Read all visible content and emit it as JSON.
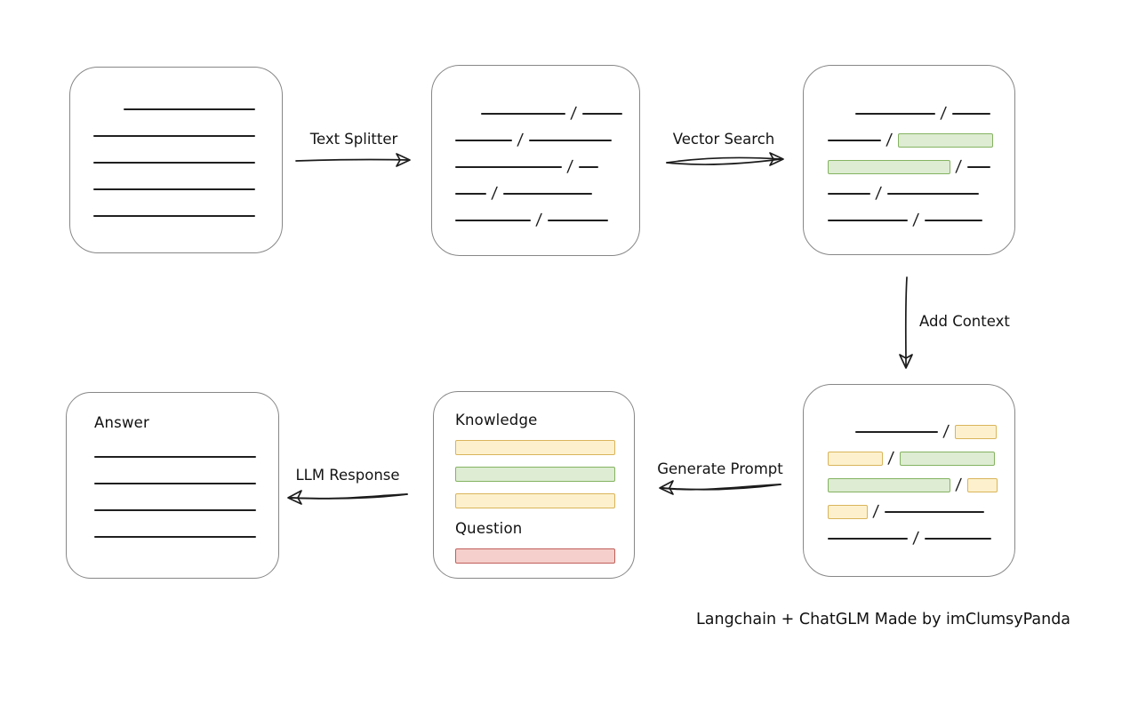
{
  "caption": "Langchain + ChatGLM Made by imClumsyPanda",
  "colors": {
    "green_fill": "#ddecd2",
    "green_border": "#85b361",
    "yellow_fill": "#fdf1cd",
    "yellow_border": "#d9b45b",
    "red_fill": "#f5cfcb",
    "red_border": "#c05f5a",
    "line": "#1f1f1f",
    "box_border": "#878787"
  },
  "arrows": {
    "text_splitter": {
      "label": "Text Splitter"
    },
    "vector_search": {
      "label": "Vector Search"
    },
    "add_context": {
      "label": "Add Context"
    },
    "generate_prompt": {
      "label": "Generate Prompt"
    },
    "llm_response": {
      "label": "LLM Response"
    }
  },
  "boxes": {
    "document": {
      "rows": [
        {
          "indent": 34,
          "segs": [
            {
              "t": "line",
              "w": 148
            }
          ]
        },
        {
          "indent": 0,
          "segs": [
            {
              "t": "line",
              "w": 182
            }
          ]
        },
        {
          "indent": 0,
          "segs": [
            {
              "t": "line",
              "w": 182
            }
          ]
        },
        {
          "indent": 0,
          "segs": [
            {
              "t": "line",
              "w": 182
            }
          ]
        },
        {
          "indent": 0,
          "segs": [
            {
              "t": "line",
              "w": 182
            }
          ]
        }
      ]
    },
    "split_text": {
      "rows": [
        {
          "indent": 29,
          "segs": [
            {
              "t": "line",
              "w": 95
            },
            {
              "t": "slash"
            },
            {
              "t": "line",
              "w": 45
            }
          ]
        },
        {
          "indent": 0,
          "segs": [
            {
              "t": "line",
              "w": 64
            },
            {
              "t": "slash"
            },
            {
              "t": "line",
              "w": 93
            }
          ]
        },
        {
          "indent": 0,
          "segs": [
            {
              "t": "line",
              "w": 120
            },
            {
              "t": "slash"
            },
            {
              "t": "line",
              "w": 22
            }
          ]
        },
        {
          "indent": 0,
          "segs": [
            {
              "t": "line",
              "w": 35
            },
            {
              "t": "slash"
            },
            {
              "t": "line",
              "w": 100
            }
          ]
        },
        {
          "indent": 0,
          "segs": [
            {
              "t": "line",
              "w": 85
            },
            {
              "t": "slash"
            },
            {
              "t": "line",
              "w": 68
            }
          ]
        }
      ]
    },
    "search_result": {
      "rows": [
        {
          "indent": 31,
          "segs": [
            {
              "t": "line",
              "w": 90
            },
            {
              "t": "slash"
            },
            {
              "t": "line",
              "w": 43
            }
          ]
        },
        {
          "indent": 0,
          "segs": [
            {
              "t": "line",
              "w": 60
            },
            {
              "t": "slash"
            },
            {
              "t": "chunk",
              "c": "green",
              "w": 107
            }
          ]
        },
        {
          "indent": 0,
          "segs": [
            {
              "t": "chunk",
              "c": "green",
              "w": 138
            },
            {
              "t": "slash"
            },
            {
              "t": "line",
              "w": 26
            }
          ]
        },
        {
          "indent": 0,
          "segs": [
            {
              "t": "line",
              "w": 48
            },
            {
              "t": "slash"
            },
            {
              "t": "line",
              "w": 103
            }
          ]
        },
        {
          "indent": 0,
          "segs": [
            {
              "t": "line",
              "w": 90
            },
            {
              "t": "slash"
            },
            {
              "t": "line",
              "w": 65
            }
          ]
        }
      ]
    },
    "context": {
      "rows": [
        {
          "indent": 31,
          "segs": [
            {
              "t": "line",
              "w": 93
            },
            {
              "t": "slash"
            },
            {
              "t": "chunk",
              "c": "yellow",
              "w": 47
            }
          ]
        },
        {
          "indent": 0,
          "segs": [
            {
              "t": "chunk",
              "c": "yellow",
              "w": 62
            },
            {
              "t": "slash"
            },
            {
              "t": "chunk",
              "c": "green",
              "w": 107
            }
          ]
        },
        {
          "indent": 0,
          "segs": [
            {
              "t": "chunk",
              "c": "green",
              "w": 138
            },
            {
              "t": "slash"
            },
            {
              "t": "chunk",
              "c": "yellow",
              "w": 34
            }
          ]
        },
        {
          "indent": 0,
          "segs": [
            {
              "t": "chunk",
              "c": "yellow",
              "w": 45
            },
            {
              "t": "slash"
            },
            {
              "t": "line",
              "w": 112
            }
          ]
        },
        {
          "indent": 0,
          "segs": [
            {
              "t": "line",
              "w": 90
            },
            {
              "t": "slash"
            },
            {
              "t": "line",
              "w": 75
            }
          ]
        }
      ]
    },
    "prompt": {
      "knowledge_title": "Knowledge",
      "knowledge_bars": [
        {
          "c": "yellow"
        },
        {
          "c": "green"
        },
        {
          "c": "yellow"
        }
      ],
      "question_title": "Question",
      "question_bars": [
        {
          "c": "red"
        }
      ]
    },
    "answer": {
      "title": "Answer",
      "lines": [
        {
          "w": 182
        },
        {
          "w": 182
        },
        {
          "w": 182
        },
        {
          "w": 182
        }
      ]
    }
  }
}
